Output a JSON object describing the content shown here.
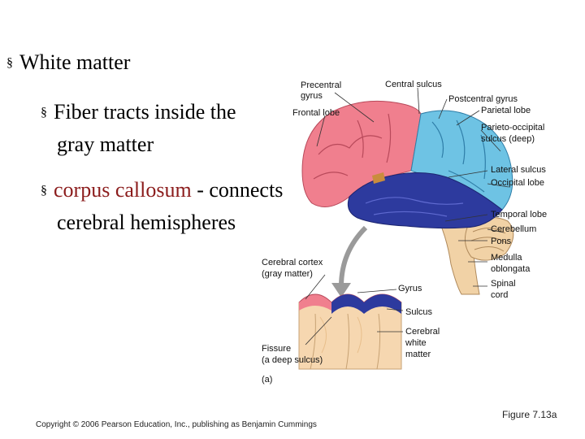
{
  "bullets": {
    "b1": "White matter",
    "b2": "Fiber tracts inside the gray matter",
    "b3_highlight": "corpus callosum",
    "b3_rest": " - connects cerebral hemispheres",
    "marker": "§"
  },
  "labels": {
    "precentral": [
      "Precentral",
      "gyrus"
    ],
    "frontal": "Frontal lobe",
    "central_sulcus": "Central sulcus",
    "postcentral": "Postcentral gyrus",
    "parietal": "Parietal lobe",
    "parieto": [
      "Parieto-occipital",
      "sulcus (deep)"
    ],
    "lateral": "Lateral sulcus",
    "occipital": "Occipital lobe",
    "temporal": "Temporal lobe",
    "cerebellum": "Cerebellum",
    "pons": "Pons",
    "medulla": [
      "Medulla",
      "oblongata"
    ],
    "spinal": [
      "Spinal",
      "cord"
    ],
    "cortex": [
      "Cerebral cortex",
      "(gray matter)"
    ],
    "gyrus": "Gyrus",
    "sulcus": "Sulcus",
    "white": [
      "Cerebral",
      "white",
      "matter"
    ],
    "fissure": [
      "Fissure",
      "(a deep sulcus)"
    ],
    "panel": "(a)"
  },
  "footer": {
    "copyright": "Copyright © 2006 Pearson Education, Inc., publishing as Benjamin Cummings",
    "figure_ref": "Figure 7.13a"
  },
  "colors": {
    "frontal": "#f07f8e",
    "parietal": "#6ec3e4",
    "temporal": "#2d3a9e",
    "brainstem": "#f1d2a6",
    "highlight_text": "#8b1c1c"
  }
}
